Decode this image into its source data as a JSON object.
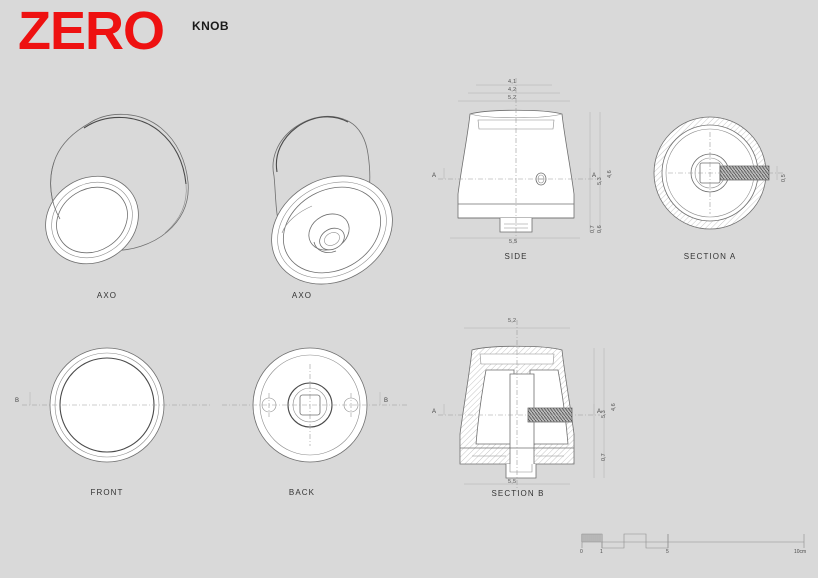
{
  "sheet": {
    "logo": "ZERO",
    "title": "KNOB",
    "background_color": "#d9d9d9",
    "logo_color": "#ee1111",
    "line_color": "#6f6f6f"
  },
  "views": [
    {
      "id": "axo-front",
      "label": "AXO"
    },
    {
      "id": "axo-back",
      "label": "AXO"
    },
    {
      "id": "side",
      "label": "SIDE"
    },
    {
      "id": "section-a",
      "label": "SECTION A"
    },
    {
      "id": "front",
      "label": "FRONT"
    },
    {
      "id": "back",
      "label": "BACK"
    },
    {
      "id": "section-b",
      "label": "SECTION B"
    }
  ],
  "labels": {
    "axo_1": "AXO",
    "axo_2": "AXO",
    "side": "SIDE",
    "section_a": "SECTION A",
    "front": "FRONT",
    "back": "BACK",
    "section_b": "SECTION B"
  },
  "section_markers": {
    "a_left": "A",
    "a_right": "A",
    "b_left": "B",
    "b_right": "B",
    "sec_b_left": "A",
    "sec_b_right": "A"
  },
  "dimensions": {
    "side": {
      "top": [
        "4,1",
        "4,2",
        "5,2"
      ],
      "bottom": "5,5",
      "right": [
        "5,3",
        "4,6"
      ],
      "right_lower": [
        "0,6",
        "0,7"
      ]
    },
    "section_a": {
      "right": "0,5"
    },
    "section_b": {
      "top": "5,2",
      "bottom": "5,5",
      "right": [
        "5,3",
        "4,6"
      ],
      "right_lower": "0,7"
    }
  },
  "scale_bar": {
    "ticks": [
      "0",
      "1",
      "5"
    ],
    "end_label": "10cm"
  }
}
